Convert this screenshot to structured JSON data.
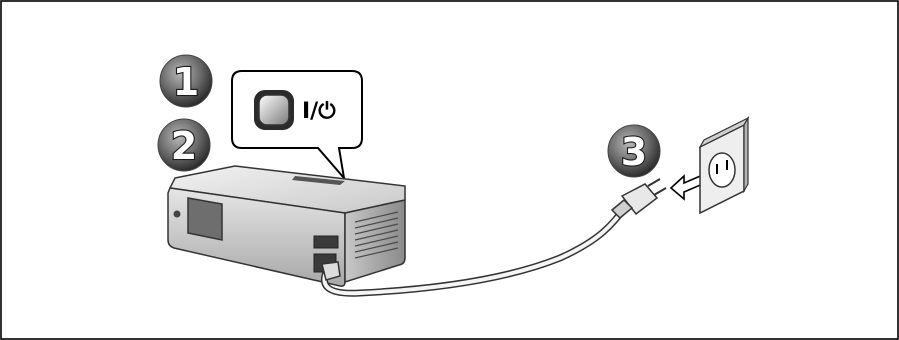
{
  "steps": [
    {
      "number": "1"
    },
    {
      "number": "2"
    },
    {
      "number": "3"
    }
  ],
  "callout": {
    "power_symbol": "I/⏻",
    "button_icon": "power-button-icon"
  },
  "icons": {
    "projector": "projector-icon",
    "power_cord": "power-cord-icon",
    "wall_outlet": "wall-outlet-icon",
    "insert_arrow": "arrow-left-icon"
  },
  "colors": {
    "frame": "#000000",
    "badge_dark": "#2a2a2a",
    "badge_light": "#9a9a9a",
    "projector_body": "#d9d9d9"
  }
}
